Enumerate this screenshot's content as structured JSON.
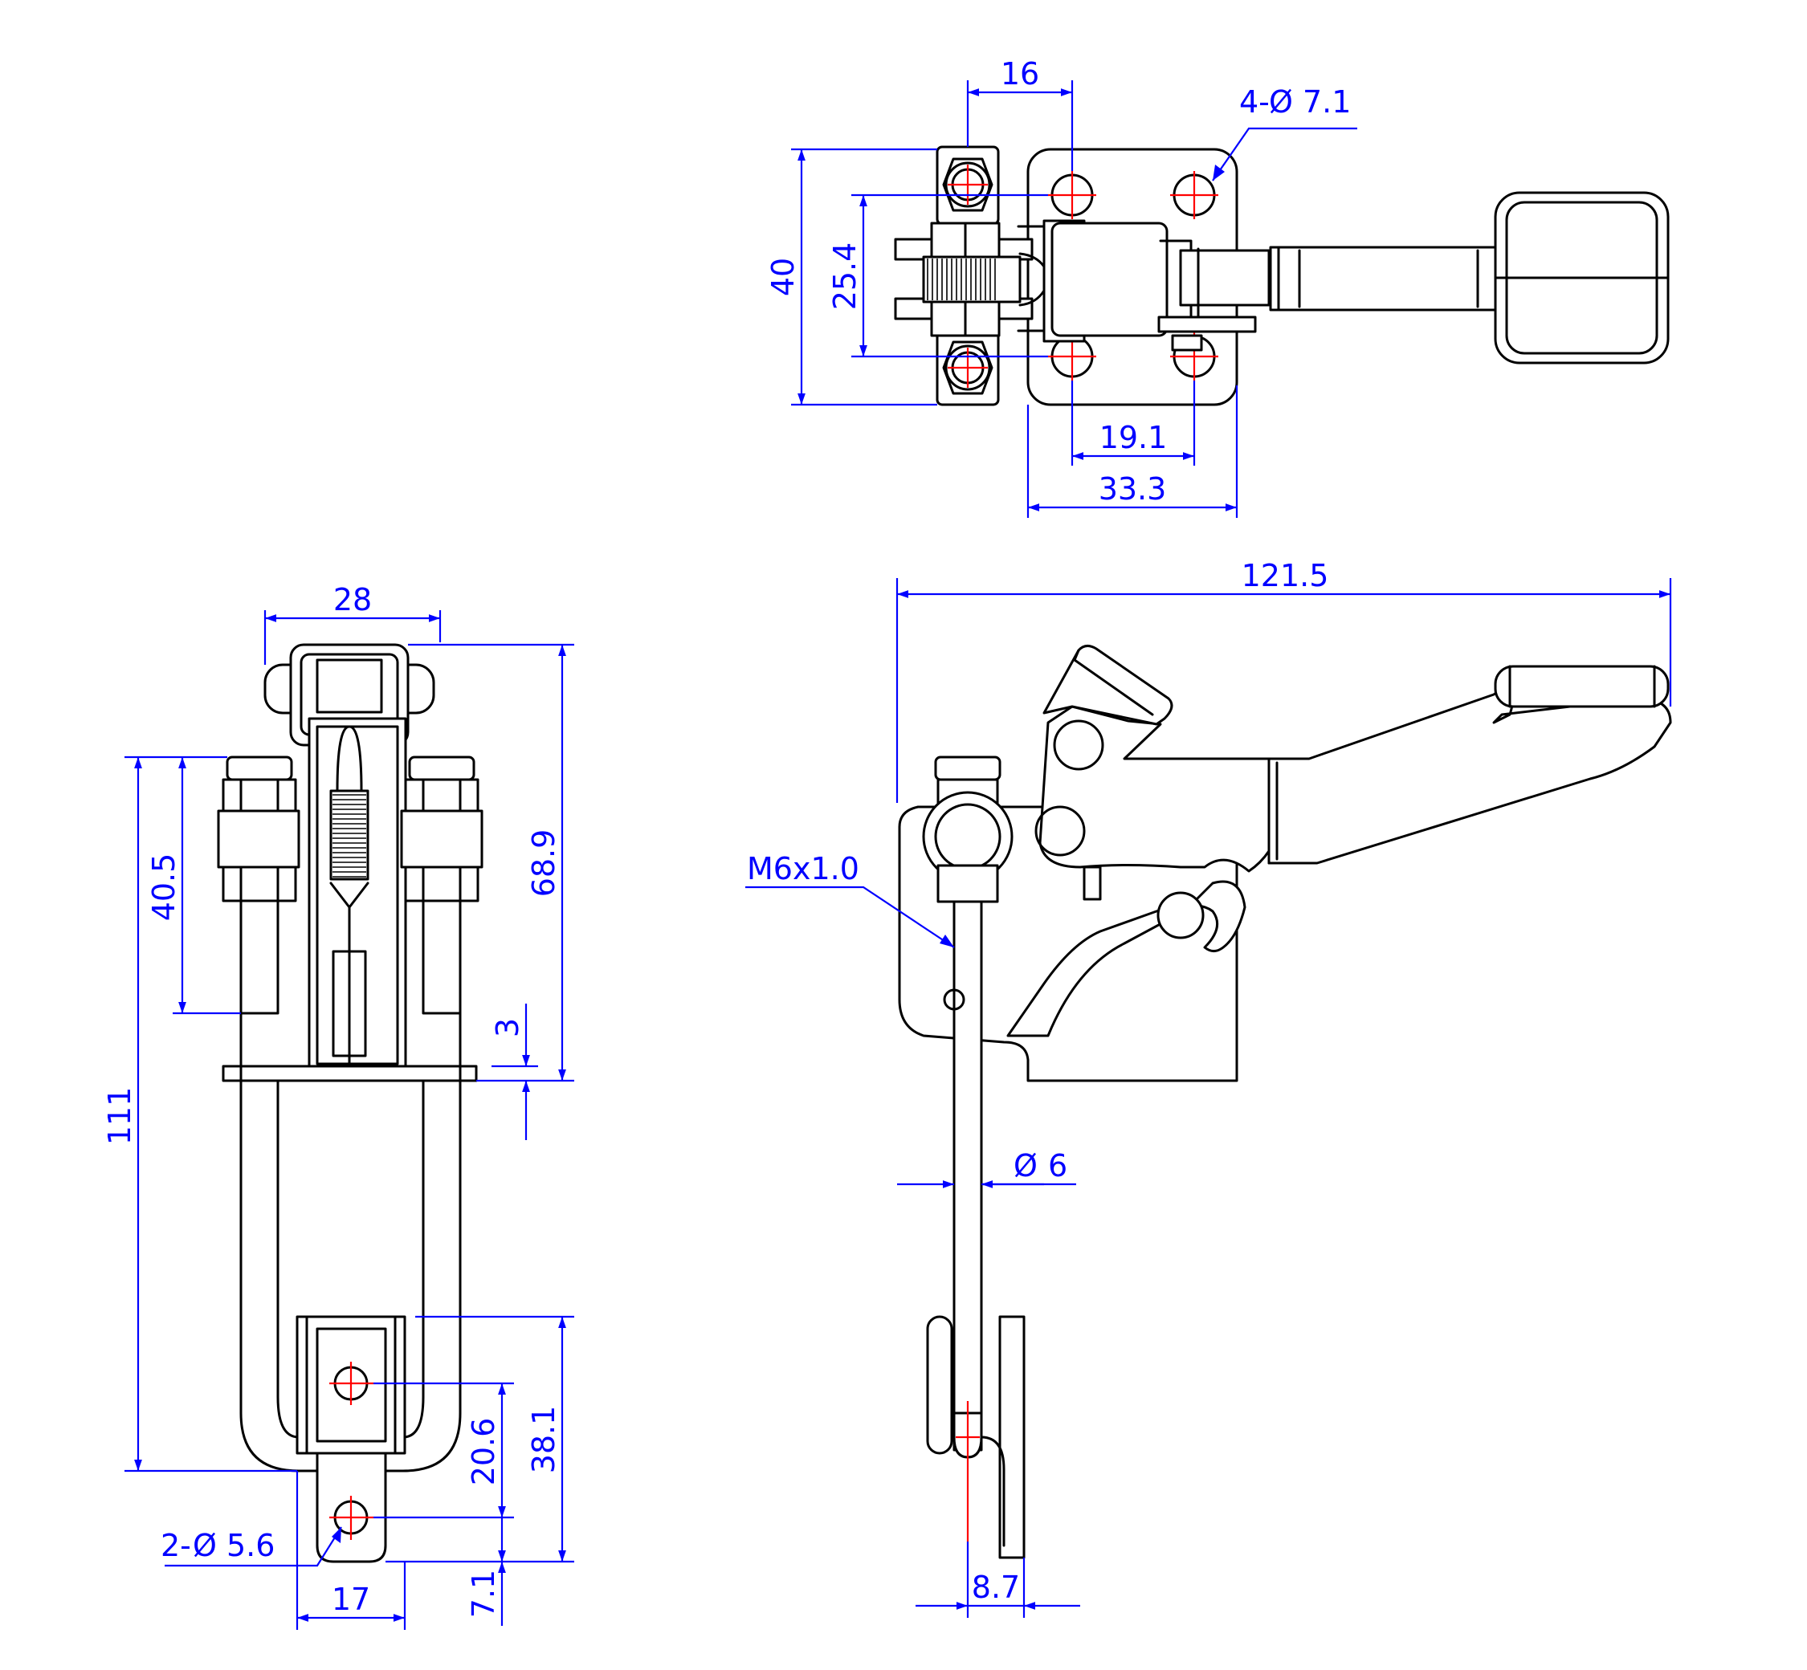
{
  "top_view": {
    "dims": {
      "width_16": "16",
      "holes_4x71": "4-",
      "holes_4x71_value": "7.1",
      "height_40": "40",
      "height_254": "25.4",
      "width_191": "19.1",
      "width_333": "33.3"
    }
  },
  "front_view": {
    "dims": {
      "width_28": "28",
      "height_111": "111",
      "height_405": "40.5",
      "height_689": "68.9",
      "thick_3": "3",
      "height_206": "20.6",
      "height_381": "38.1",
      "height_71": "7.1",
      "holes_2x56": "2-",
      "holes_2x56_value": "5.6",
      "width_17": "17"
    }
  },
  "side_view": {
    "dims": {
      "length_1215": "121.5",
      "thread": "M6x1.0",
      "rod_dia": "6",
      "offset_87": "8.7"
    }
  },
  "symbols": {
    "diameter": "Ø"
  },
  "colors": {
    "outline": "#000000",
    "dimension": "#0000ff",
    "centerline": "#ff0000"
  }
}
